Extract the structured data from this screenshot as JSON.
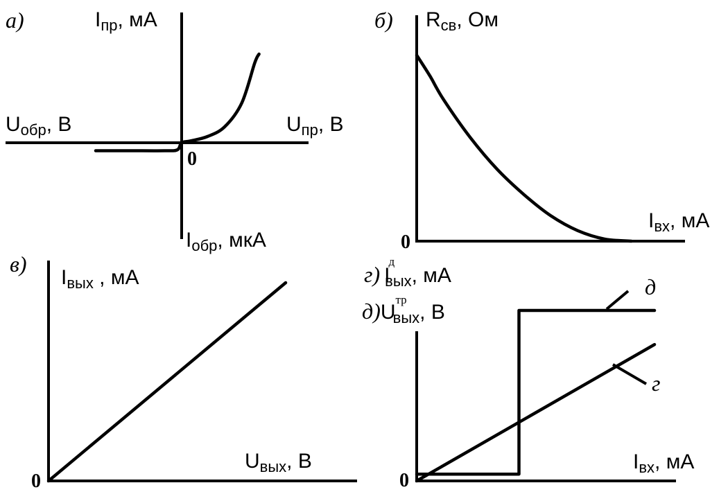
{
  "chart_data": [
    {
      "panel": "а)",
      "type": "line",
      "ylabel_pos": {
        "main": "I",
        "sub": "пр",
        "unit": ", мА"
      },
      "ylabel_neg": {
        "main": "I",
        "sub": "обр",
        "unit": ", мкА"
      },
      "xlabel_pos": {
        "main": "U",
        "sub": "пр",
        "unit": ", В"
      },
      "xlabel_neg": {
        "main": "U",
        "sub": "обр",
        "unit": ", В"
      },
      "origin": "0",
      "series": [
        {
          "x": [
            -1.0,
            -0.6,
            -0.2,
            -0.05,
            0,
            0.1,
            0.3,
            0.5,
            0.7,
            0.85,
            0.9
          ],
          "y": [
            -0.09,
            -0.09,
            -0.09,
            -0.08,
            0,
            0.02,
            0.07,
            0.18,
            0.45,
            0.9,
            1.0
          ]
        }
      ],
      "xlim": [
        -1.45,
        1.0
      ],
      "ylim": [
        -1.0,
        1.0
      ]
    },
    {
      "panel": "б)",
      "type": "line",
      "ylabel": {
        "main": "R",
        "sub": "св",
        "unit": ", Ом"
      },
      "xlabel": {
        "main": "I",
        "sub": "вх",
        "unit": ", мА"
      },
      "origin": "0",
      "series": [
        {
          "x": [
            0,
            0.05,
            0.1,
            0.2,
            0.3,
            0.4,
            0.5,
            0.6,
            0.7,
            0.8
          ],
          "y": [
            0.88,
            0.78,
            0.67,
            0.49,
            0.34,
            0.22,
            0.12,
            0.05,
            0.01,
            0.0
          ]
        }
      ],
      "xlim": [
        0,
        1.0
      ],
      "ylim": [
        0,
        1.0
      ]
    },
    {
      "panel": "в)",
      "type": "line",
      "ylabel": {
        "main": "I",
        "sub": "вых",
        "unit": " , мА"
      },
      "xlabel": {
        "main": "U",
        "sub": "вых",
        "unit": ", В"
      },
      "origin": "0",
      "series": [
        {
          "x": [
            0,
            1.0
          ],
          "y": [
            0,
            1.0
          ]
        }
      ],
      "xlim": [
        0,
        1.37
      ],
      "ylim": [
        0,
        1.2
      ]
    },
    {
      "panel": "г) д)",
      "type": "line",
      "ylabel_1": {
        "prefix": "г)",
        "main": "I",
        "sup": "д",
        "sub": "вых",
        "unit": ", мА"
      },
      "ylabel_2": {
        "prefix": "д)",
        "main": "U",
        "sup": "тр",
        "sub": "вых",
        "unit": ", В"
      },
      "xlabel": {
        "main": "I",
        "sub": "вх",
        "unit": ", мА"
      },
      "origin": "0",
      "series": [
        {
          "name": "д",
          "x": [
            0,
            0.43,
            0.43,
            1.0
          ],
          "y": [
            0.04,
            0.04,
            1.0,
            1.0
          ]
        },
        {
          "name": "г",
          "x": [
            0,
            1.0
          ],
          "y": [
            0,
            0.8
          ]
        }
      ],
      "xlim": [
        0,
        1.1
      ],
      "ylim": [
        0,
        1.2
      ]
    }
  ]
}
